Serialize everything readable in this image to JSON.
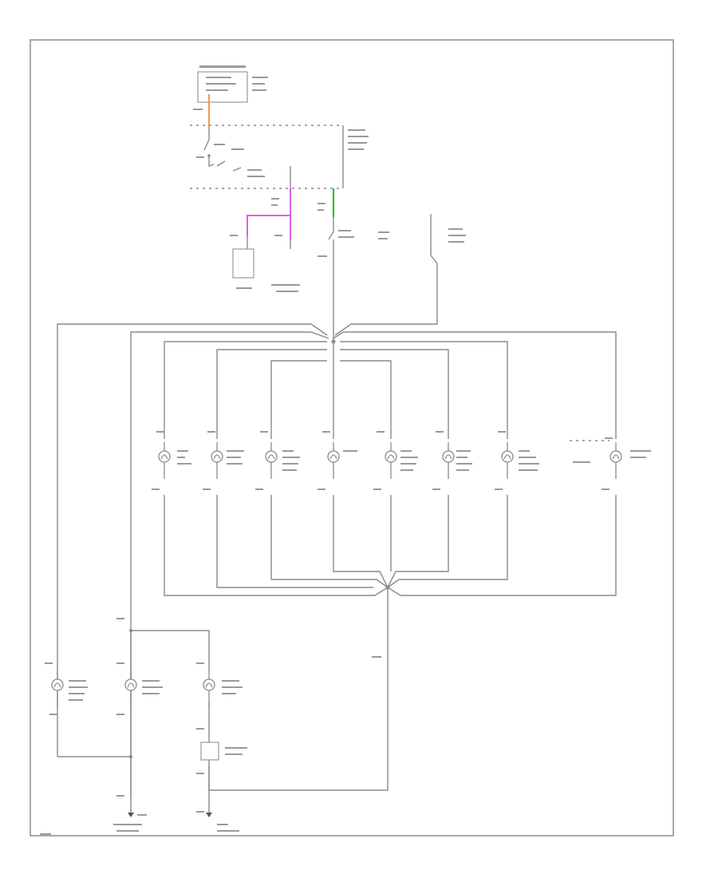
{
  "diagram": {
    "colors": {
      "wire": "#8a8a8a",
      "frame": "#8c8c8c",
      "orange_wire": "#f0a050",
      "pink_wire": "#e060e0",
      "green_wire": "#30c030",
      "label": "#9a9a9a"
    },
    "components": {
      "top_box": {
        "icon": "fuse-box-icon"
      },
      "control_module": {
        "icon": "module-box-icon"
      },
      "lamps": [
        {
          "id": "lamp-1",
          "icon": "lamp-icon"
        },
        {
          "id": "lamp-2",
          "icon": "lamp-icon"
        },
        {
          "id": "lamp-3",
          "icon": "lamp-icon"
        },
        {
          "id": "lamp-4",
          "icon": "lamp-icon"
        },
        {
          "id": "lamp-5",
          "icon": "lamp-icon"
        },
        {
          "id": "lamp-6",
          "icon": "lamp-icon"
        },
        {
          "id": "lamp-7",
          "icon": "lamp-icon"
        },
        {
          "id": "lamp-8",
          "icon": "lamp-icon"
        }
      ],
      "lower_lamps": [
        {
          "id": "lower-lamp-1",
          "icon": "lamp-icon"
        },
        {
          "id": "lower-lamp-2",
          "icon": "lamp-icon"
        },
        {
          "id": "lower-lamp-3",
          "icon": "lamp-icon"
        }
      ],
      "grounds": [
        {
          "id": "ground-1",
          "icon": "ground-icon"
        },
        {
          "id": "ground-2",
          "icon": "ground-icon"
        }
      ]
    }
  }
}
